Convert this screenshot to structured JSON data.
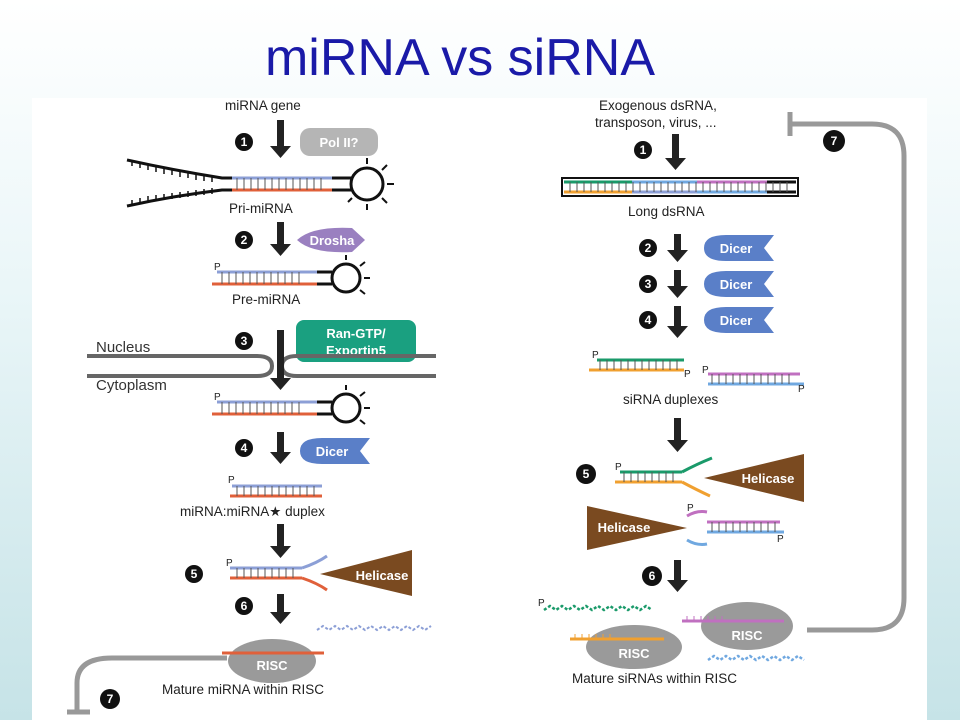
{
  "title": "miRNA vs siRNA",
  "left": {
    "gene": "miRNA gene",
    "pol": "Pol II?",
    "pri": "Pri-miRNA",
    "drosha": "Drosha",
    "pre": "Pre-miRNA",
    "ran1": "Ran-GTP/",
    "ran2": "Exportin5",
    "nucleus": "Nucleus",
    "cytoplasm": "Cytoplasm",
    "dicer": "Dicer",
    "duplex": "miRNA:miRNA★ duplex",
    "helicase": "Helicase",
    "risc": "RISC",
    "mature": "Mature miRNA within RISC"
  },
  "right": {
    "exo1": "Exogenous dsRNA,",
    "exo2": "transposon, virus, ...",
    "long": "Long dsRNA",
    "dicer1": "Dicer",
    "dicer2": "Dicer",
    "dicer3": "Dicer",
    "duplexes": "siRNA duplexes",
    "helicase1": "Helicase",
    "helicase2": "Helicase",
    "risc1": "RISC",
    "risc2": "RISC",
    "mature": "Mature siRNAs within RISC"
  },
  "steps": {
    "s1": "1",
    "s2": "2",
    "s3": "3",
    "s4": "4",
    "s5": "5",
    "s6": "6",
    "s7": "7"
  },
  "p": "P",
  "colors": {
    "blue_strand": "#8c9fd6",
    "red_strand": "#e0603a",
    "green_strand": "#1a9a6a",
    "orange_strand": "#f0a030",
    "pink_strand": "#c070c0",
    "lightblue_strand": "#70a8e0",
    "dicer": "#5a7fc8",
    "drosha": "#9a80c0",
    "ran": "#1aa080",
    "helicase": "#7a4a20",
    "risc": "#9a9a9a",
    "title": "#1a1aa8"
  }
}
